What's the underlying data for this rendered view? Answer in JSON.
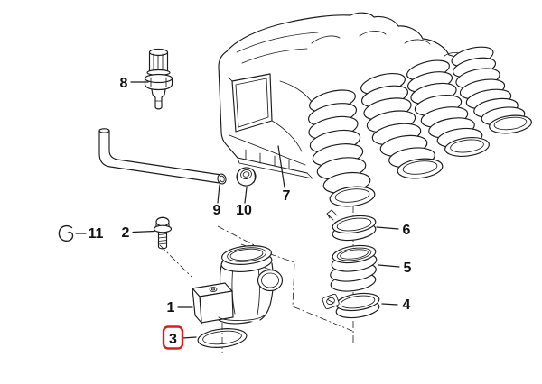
{
  "diagram": {
    "kind": "exploded-parts-diagram",
    "background_color": "#ffffff",
    "line_color": "#1c1c1c",
    "highlight_color": "#d42020",
    "highlighted_part": "3",
    "callouts": {
      "1": "1",
      "2": "2",
      "3": "3",
      "4": "4",
      "5": "5",
      "6": "6",
      "7": "7",
      "8": "8",
      "9": "9",
      "10": "10",
      "11": "11"
    }
  }
}
